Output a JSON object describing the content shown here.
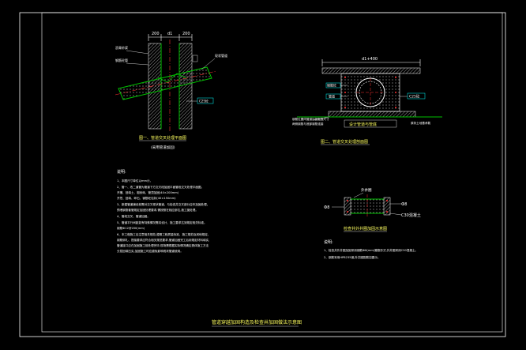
{
  "drawing": {
    "title": "管道穿越加固构造及检查井加固做法示意图",
    "fig1": {
      "caption": "图一、管道交叉处理平面图",
      "caption_sub": "(采用管道加固)",
      "dims": [
        "200",
        "d1",
        "200"
      ],
      "pipe_note_left_1": "沥青砂浆",
      "pipe_note_left_2": "钢筋砼管",
      "pipe_note_right": "现状管道",
      "box_label": "C25砼"
    },
    "fig2": {
      "caption": "图二、管道交叉处理剖面图",
      "dim_top": "d1+400",
      "label_left_1": "钢筋砼",
      "label_left_2": "管道",
      "label_right": "C25砼",
      "note_bottom_left_1": "钢筋位置同管道加固截面尺寸",
      "note_bottom_left_2": "两侧钢筋与底部钢筋连接",
      "note_bottom_right": "原状土地基承载",
      "base_label": "设计管道与管底"
    },
    "fig3": {
      "caption": "检查井外井圈加固示意图",
      "label_top": "外井圈",
      "label_left": "Ф8",
      "label_right_1": "Ф8",
      "label_right_2": "C30混凝土"
    },
    "notes_left": {
      "heading": "说明:",
      "lines": [
        "1、本图尺寸单位以mm计。",
        "2、管一、改二道管为管道下方交叉段加固平面管段交叉处理平面图。",
        "   开槽、回填土、粗砂砾、管顶加固(40×200mm)",
        "   开挖、回填、碎石、钢筋砼包封(40×150mm)",
        "3、新建管道铺设前需对交叉现状管道、与检查井交叉部分应作加固处理。",
        "   预埋钢筋套管规定加固处理要求,需按照在相应部位,施工缝处理。",
        "4、管线交叉、管道加固。",
        "5、管道平行间距如有特殊情况需另设计、施工要求达到规定相关标准。",
        "   钢筋Ф12@200(mm)",
        "6、本工程施工应注意相关规范,遵照工程质量标准、施工规范及其他规定、",
        "   钢筋绑扎、搭接要求应符合相关规范要求,管道加固完工后用规定材料填实,",
        "   管道接口应在加固施工前处理完毕,现场需根据实际情况确定具体施工方法",
        "   分层回填压实,加固施工时应避免影响现状管道使用。"
      ]
    },
    "notes_right": {
      "heading": "说明:",
      "lines": [
        "1、检查井外井圈加固采用钢筋Ф8(mm)箍筋形式,外井圈采用C30混凝土。",
        "2、钢筋采用HPB235钢,外井圈配筋如图示。"
      ]
    }
  },
  "colors": {
    "background": "#000000",
    "frame": "#ffffff",
    "text": "#ffffff",
    "pipe": "#00c000",
    "hatch": "#c8c8c8",
    "centerline": "#ff3030",
    "caption_text": "#ffff60",
    "concrete": "#ff3030",
    "cyan": "#00ffff",
    "yellow": "#ffff00"
  }
}
